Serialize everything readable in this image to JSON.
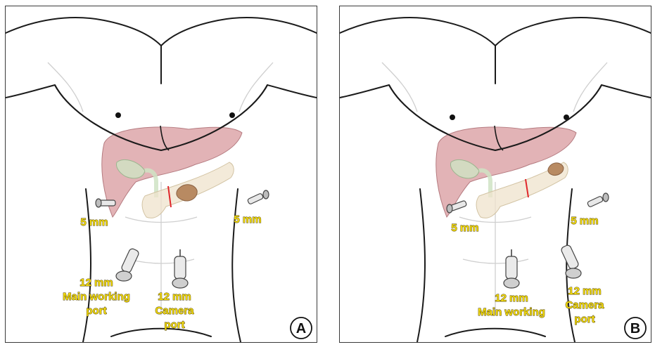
{
  "panels": [
    {
      "letter": "A",
      "left_port": "5 mm",
      "right_port": "5 mm",
      "main_port": [
        "12 mm",
        "Main working",
        "port"
      ],
      "camera_port": [
        "12 mm",
        "Camera",
        "port"
      ]
    },
    {
      "letter": "B",
      "left_port": "5 mm",
      "right_port": "5 mm",
      "main_port": [
        "12 mm",
        "Main working"
      ],
      "camera_port": [
        "12 mm",
        "Camera",
        "port"
      ]
    }
  ],
  "colors": {
    "liver": "#d89a9e",
    "pancreas": "#efe3cc",
    "tumor": "#b88a62",
    "gallbladder": "#cfe3c4",
    "label_fill": "#f2da0e",
    "resection_line": "#e0262b"
  }
}
